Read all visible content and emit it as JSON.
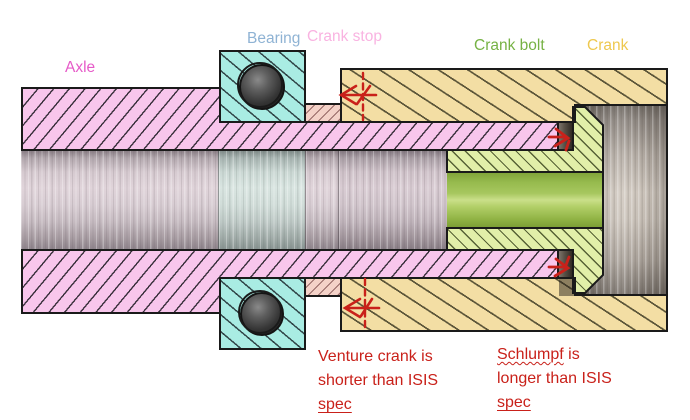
{
  "labels": {
    "axle": {
      "text": "Axle",
      "color": "#e65ac8"
    },
    "bearing": {
      "text": "Bearing",
      "color": "#8fb3d4"
    },
    "crank_stop": {
      "text": "Crank stop",
      "color": "#f9b3e1"
    },
    "crank_bolt": {
      "text": "Crank bolt",
      "color": "#76b244"
    },
    "crank": {
      "text": "Crank",
      "color": "#eec84e"
    }
  },
  "notes": {
    "color": "#c9211a",
    "venture": {
      "line1": "Venture crank is",
      "line2": "shorter than ISIS",
      "line3": "spec"
    },
    "schlumpf": {
      "misspelled_word": "Schlumpf",
      "line1_rest": " is",
      "line2": "longer than ISIS",
      "line3": "spec"
    }
  },
  "parts": {
    "axle": {
      "fill": "#f8c6ec"
    },
    "bearing": {
      "fill": "#a9ece3"
    },
    "bearing_ball": {
      "fill": "#3c3c3c"
    },
    "crank_stop": {
      "fill": "#f4d2c8"
    },
    "crank": {
      "fill": "#f3dea4"
    },
    "crank_bolt_section": {
      "fill": "#e2efa9"
    },
    "crank_bolt_shank": {
      "fill": "#9cc24e"
    },
    "axle_bore": {
      "fill": "#d6cad0"
    },
    "crank_counterbore": {
      "fill": "#cdc5bc"
    },
    "outline": "#1a1a1a",
    "annotation_red": "#c9211a"
  }
}
